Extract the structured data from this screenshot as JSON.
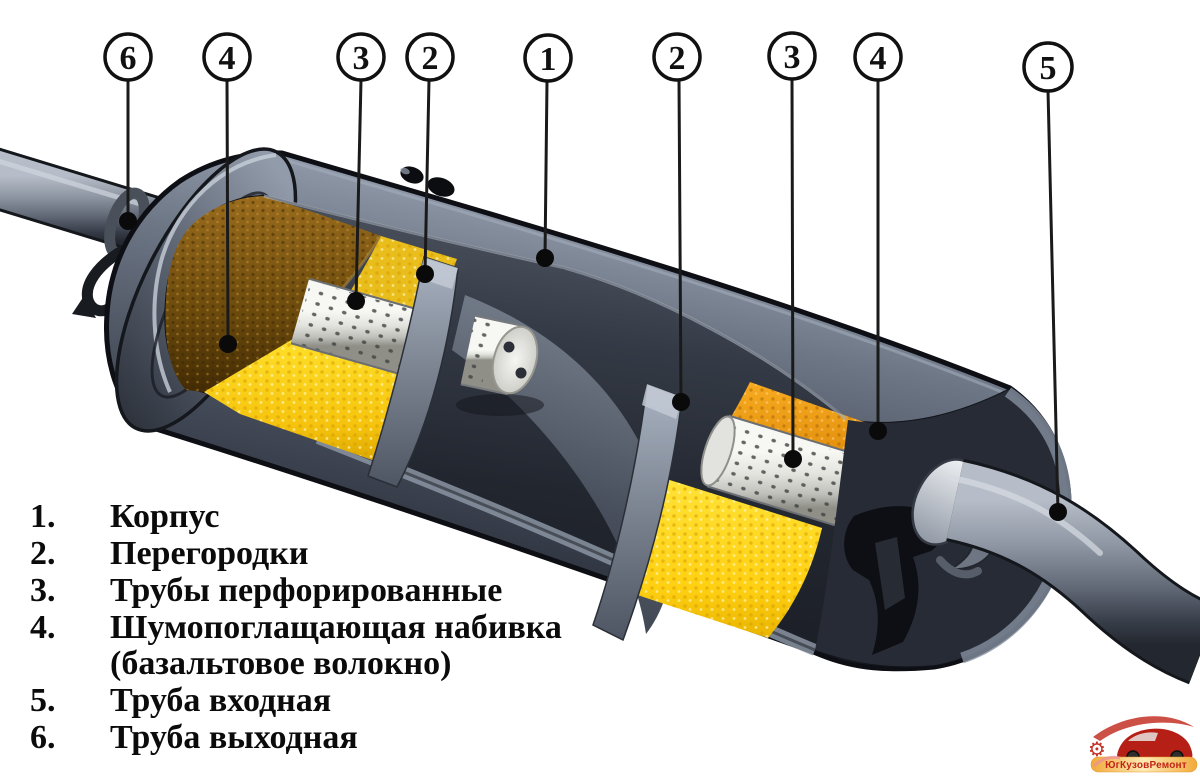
{
  "callouts": [
    {
      "num": "6"
    },
    {
      "num": "4"
    },
    {
      "num": "3"
    },
    {
      "num": "2"
    },
    {
      "num": "1"
    },
    {
      "num": "2"
    },
    {
      "num": "3"
    },
    {
      "num": "4"
    },
    {
      "num": "5"
    }
  ],
  "legend": {
    "items": [
      {
        "num": "1.",
        "label": "Корпус"
      },
      {
        "num": "2.",
        "label": "Перегородки"
      },
      {
        "num": "3.",
        "label": "Трубы перфорированные"
      },
      {
        "num": "4.",
        "label": "Шумопоглащающая набивка",
        "label2": "(базальтовое волокно)"
      },
      {
        "num": "5.",
        "label": "Труба входная"
      },
      {
        "num": "6.",
        "label": "Труба выходная"
      }
    ]
  },
  "watermark": {
    "text": "ЮгКузовРемонт"
  },
  "palette": {
    "body_steel": "#6e7787",
    "wool_yellow": "#ffd816",
    "wool_orange": "#f2a015",
    "basalt_brown": "#7c5510",
    "pipe_white": "#efefec",
    "line": "#1a1a1a",
    "background": "#ffffff"
  }
}
